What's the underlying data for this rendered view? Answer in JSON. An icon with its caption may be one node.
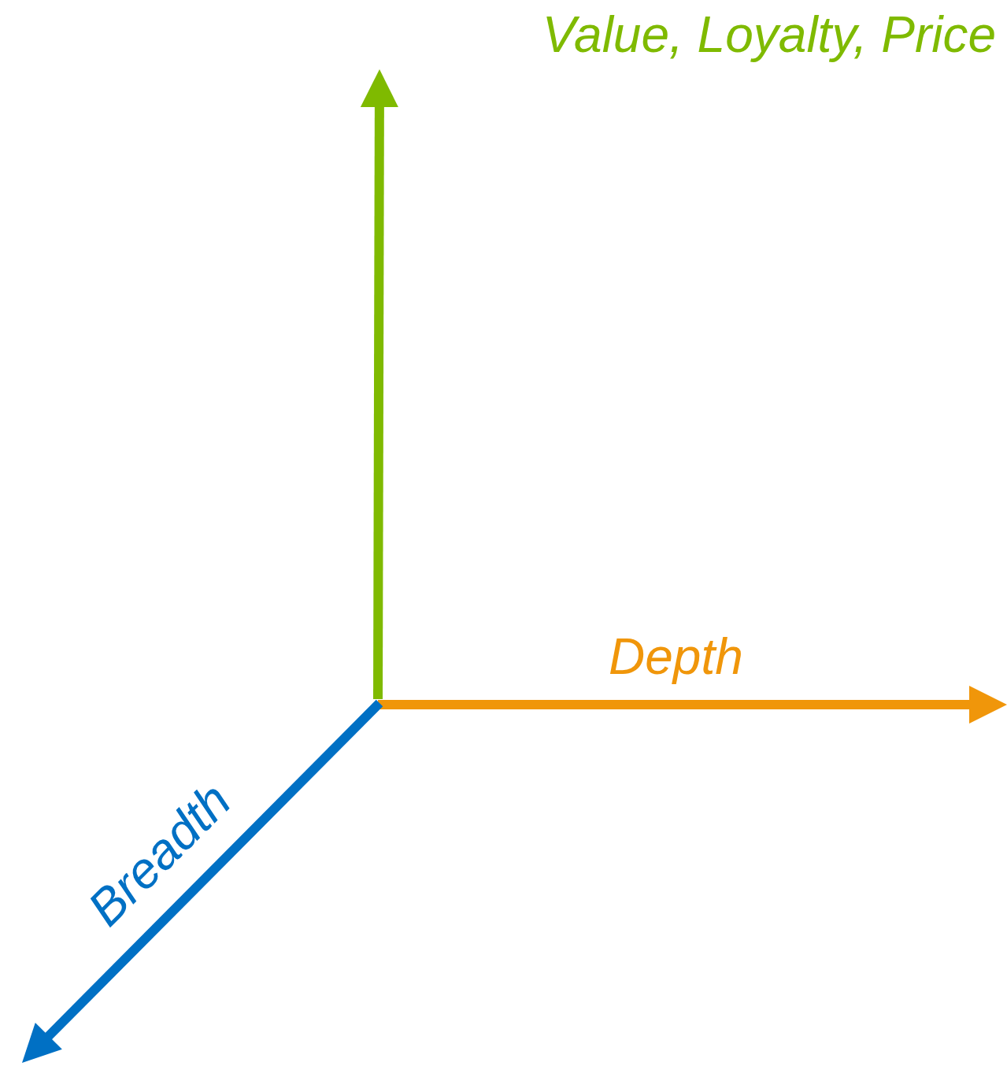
{
  "diagram": {
    "labels": [
      "Value, Loyalty, Price",
      "Depth",
      "Breadth"
    ]
  }
}
